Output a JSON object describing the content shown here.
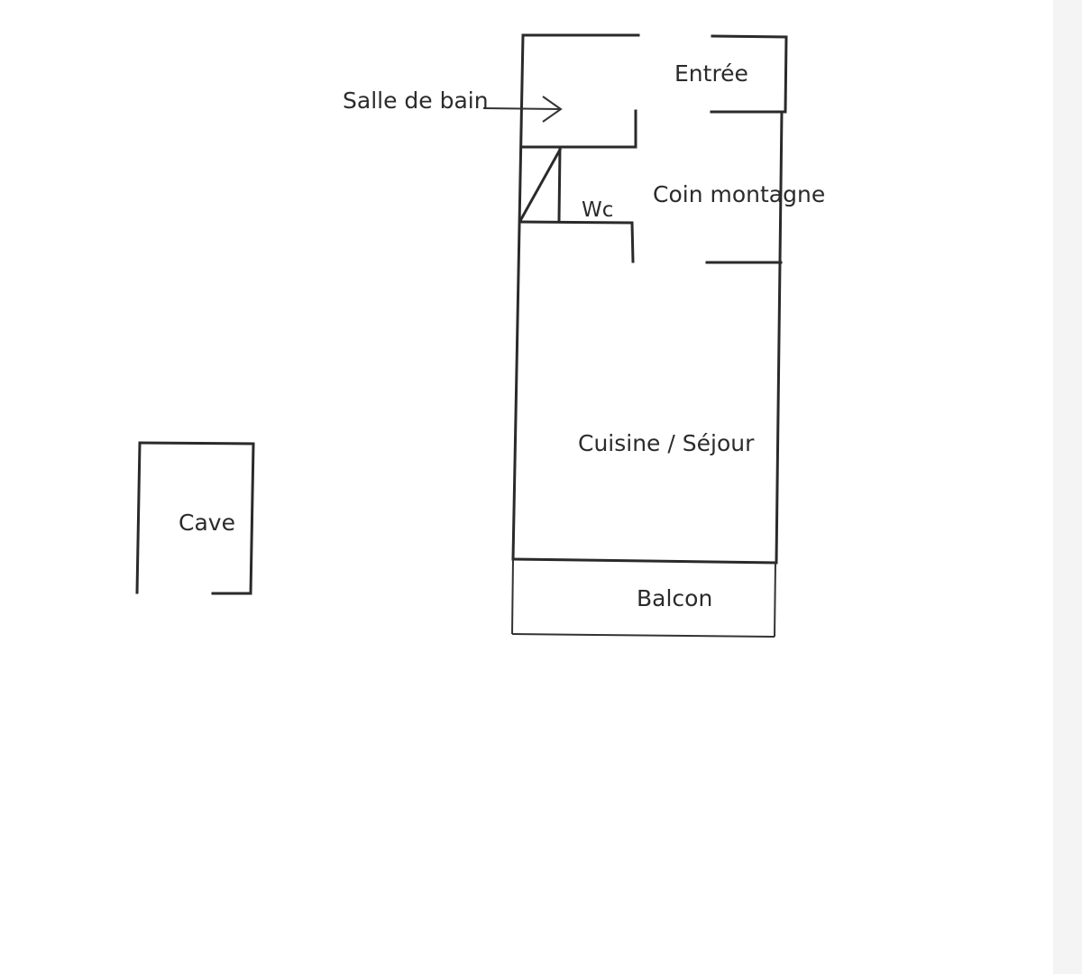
{
  "rooms": {
    "entree": "Entrée",
    "salle_de_bain": "Salle de bain",
    "coin_montagne": "Coin montagne",
    "wc": "Wc",
    "cuisine_sejour": "Cuisine / Séjour",
    "cave": "Cave",
    "balcon": "Balcon"
  }
}
